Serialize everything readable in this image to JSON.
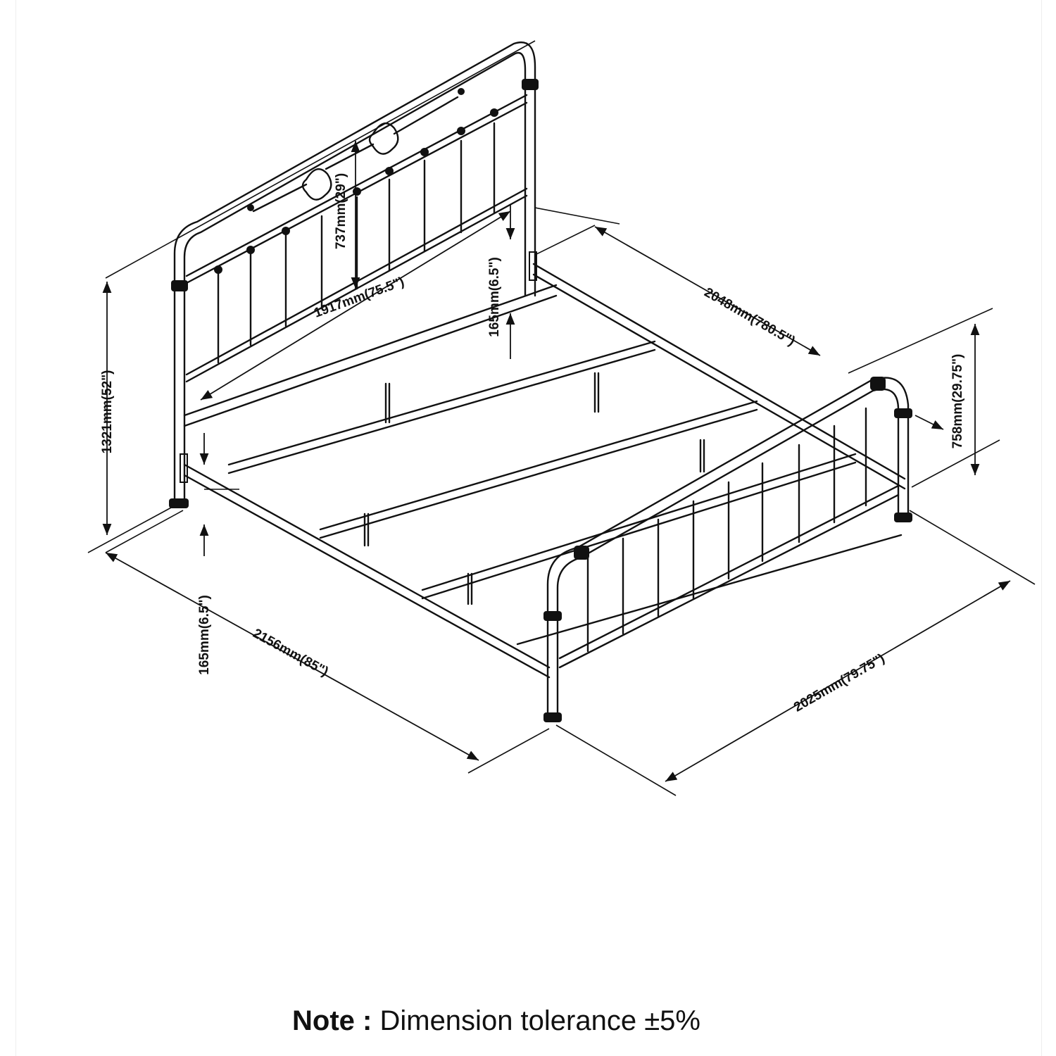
{
  "dimensions": {
    "headboard_panel_height": "737mm(29\")",
    "headboard_width": "1917mm(75.5\")",
    "rail_clearance_back": "165mm(6.5\")",
    "side_length": "2048mm(780.5\")",
    "footboard_height": "758mm(29.75\")",
    "headboard_height": "1321mm(52\")",
    "rail_clearance_front": "165mm(6.5\")",
    "overall_length": "2156mm(85\")",
    "overall_width": "2025mm(79.75\")"
  },
  "note": {
    "label": "Note :",
    "text": "Dimension tolerance ±5%"
  }
}
